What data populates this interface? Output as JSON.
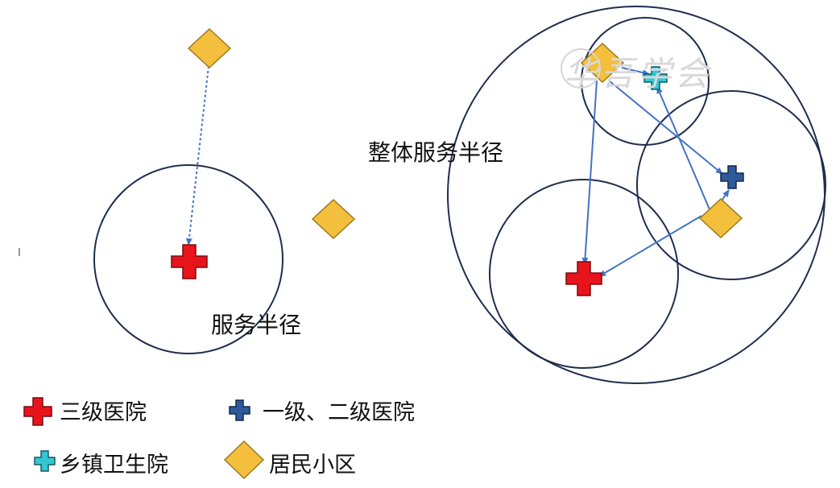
{
  "labels": {
    "overall_radius": "整体服务半径",
    "service_radius": "服务半径"
  },
  "legend": {
    "tertiary_hospital": "三级医院",
    "primary_secondary_hospital": "一级、二级医院",
    "township_health_center": "乡镇卫生院",
    "residential_community": "居民小区"
  },
  "watermark": "华吾学会",
  "colors": {
    "tertiary_hospital": "#e8141c",
    "primary_secondary_hospital": "#2e5a9c",
    "township_health_center": "#35c6d3",
    "residential_community": "#f4bf3d",
    "circle_stroke": "#1f2d4d",
    "arrow": "#4472c4"
  }
}
